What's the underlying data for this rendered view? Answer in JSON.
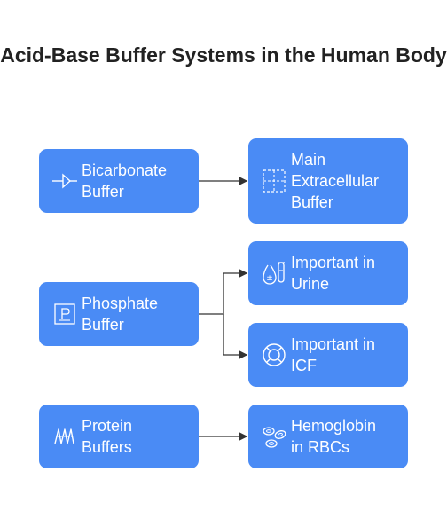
{
  "title": "Acid-Base Buffer Systems in the Human Body",
  "colors": {
    "box": "#4a8bf5",
    "text": "#ffffff",
    "connector": "#333333",
    "title": "#222222"
  },
  "left_nodes": [
    {
      "id": "bicarbonate",
      "line1": "Bicarbonate",
      "line2": "Buffer",
      "icon": "arrow-in-icon"
    },
    {
      "id": "phosphate",
      "line1": "Phosphate",
      "line2": "Buffer",
      "icon": "p-chart-icon"
    },
    {
      "id": "protein",
      "line1": "Protein",
      "line2": "Buffers",
      "icon": "helix-icon"
    }
  ],
  "right_nodes": [
    {
      "id": "extracellular",
      "lines": [
        "Main",
        "Extracellular",
        "Buffer"
      ],
      "icon": "dashed-grid-icon"
    },
    {
      "id": "urine",
      "lines": [
        "Important in",
        "Urine"
      ],
      "icon": "test-tube-icon"
    },
    {
      "id": "icf",
      "lines": [
        "Important in",
        "ICF"
      ],
      "icon": "lifebuoy-icon"
    },
    {
      "id": "rbc",
      "lines": [
        "Hemoglobin",
        "in RBCs"
      ],
      "icon": "blood-cells-icon"
    }
  ]
}
